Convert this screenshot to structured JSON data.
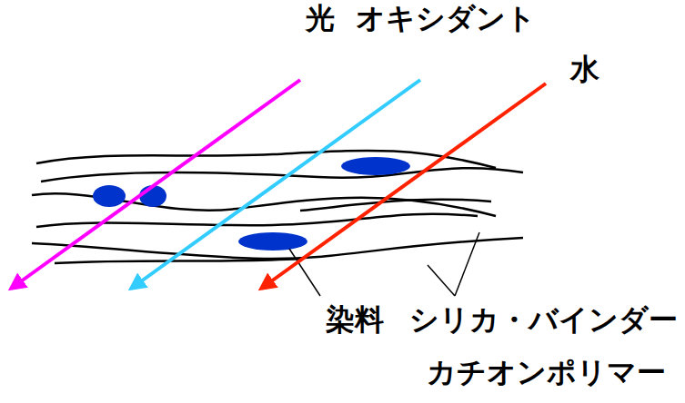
{
  "diagram": {
    "labels": [
      "光",
      "オキシダント",
      "水",
      "染料",
      "シリカ・バインダー",
      "カチオンポリマー"
    ]
  }
}
